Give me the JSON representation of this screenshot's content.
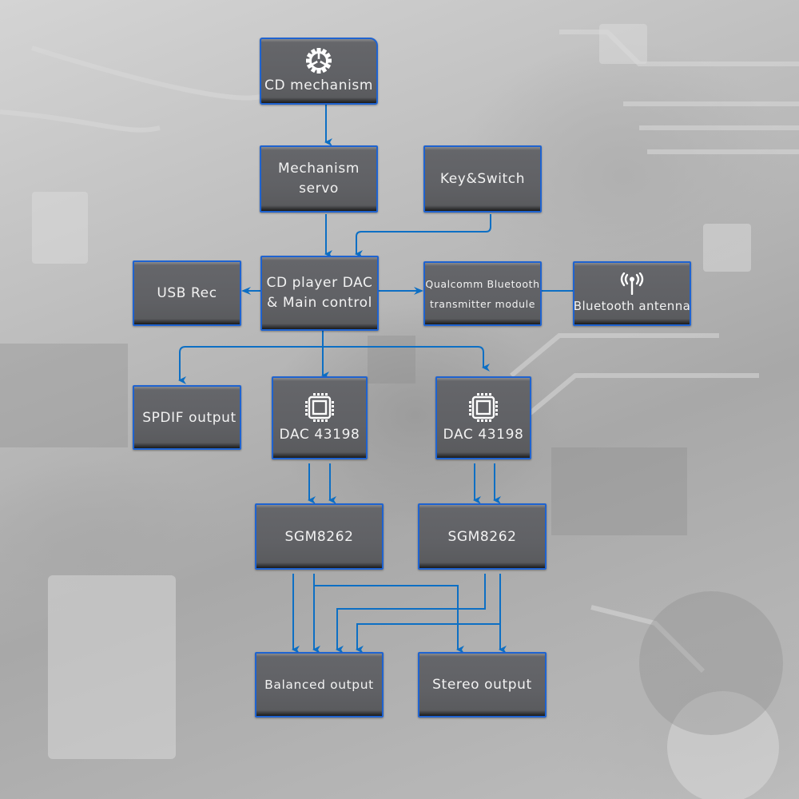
{
  "colors": {
    "wire": "#0d6fc4",
    "box_border": "#1f63d0",
    "box_fill": "#616266",
    "text": "#f2f2f2"
  },
  "blocks": {
    "cd_mechanism": {
      "label": "CD mechanism",
      "icon": "gear-icon"
    },
    "mechanism_servo": {
      "label_line1": "Mechanism",
      "label_line2": "servo"
    },
    "key_switch": {
      "label": "Key&Switch"
    },
    "main_control": {
      "label_line1": "CD player DAC",
      "label_line2": "& Main control"
    },
    "usb_rec": {
      "label": "USB Rec"
    },
    "bluetooth_module": {
      "label_line1": "Qualcomm Bluetooth",
      "label_line2": "transmitter module"
    },
    "bluetooth_antenna": {
      "label": "Bluetooth antenna",
      "icon": "antenna-icon"
    },
    "spdif_output": {
      "label": "SPDIF output"
    },
    "dac_left": {
      "label": "DAC 43198",
      "icon": "chip-icon"
    },
    "dac_right": {
      "label": "DAC 43198",
      "icon": "chip-icon"
    },
    "sgm_left": {
      "label": "SGM8262"
    },
    "sgm_right": {
      "label": "SGM8262"
    },
    "balanced_output": {
      "label": "Balanced output"
    },
    "stereo_output": {
      "label": "Stereo output"
    }
  },
  "connections": [
    {
      "from": "CD mechanism",
      "to": "Mechanism servo"
    },
    {
      "from": "Mechanism servo",
      "to": "CD player DAC & Main control"
    },
    {
      "from": "Key&Switch",
      "to": "CD player DAC & Main control"
    },
    {
      "from": "CD player DAC & Main control",
      "to": "USB Rec"
    },
    {
      "from": "CD player DAC & Main control",
      "to": "Qualcomm Bluetooth transmitter module"
    },
    {
      "from": "Qualcomm Bluetooth transmitter module",
      "to": "Bluetooth antenna"
    },
    {
      "from": "CD player DAC & Main control",
      "to": "SPDIF output"
    },
    {
      "from": "CD player DAC & Main control",
      "to": "DAC 43198 (left)"
    },
    {
      "from": "CD player DAC & Main control",
      "to": "DAC 43198 (right)"
    },
    {
      "from": "DAC 43198 (left)",
      "to": "SGM8262 (left)",
      "lines": 2
    },
    {
      "from": "DAC 43198 (right)",
      "to": "SGM8262 (right)",
      "lines": 2
    },
    {
      "from": "SGM8262 (left)",
      "to": "Balanced output",
      "lines": 2
    },
    {
      "from": "SGM8262 (left)",
      "to": "Stereo output"
    },
    {
      "from": "SGM8262 (right)",
      "to": "Balanced output",
      "lines": 2
    },
    {
      "from": "SGM8262 (right)",
      "to": "Stereo output"
    }
  ]
}
